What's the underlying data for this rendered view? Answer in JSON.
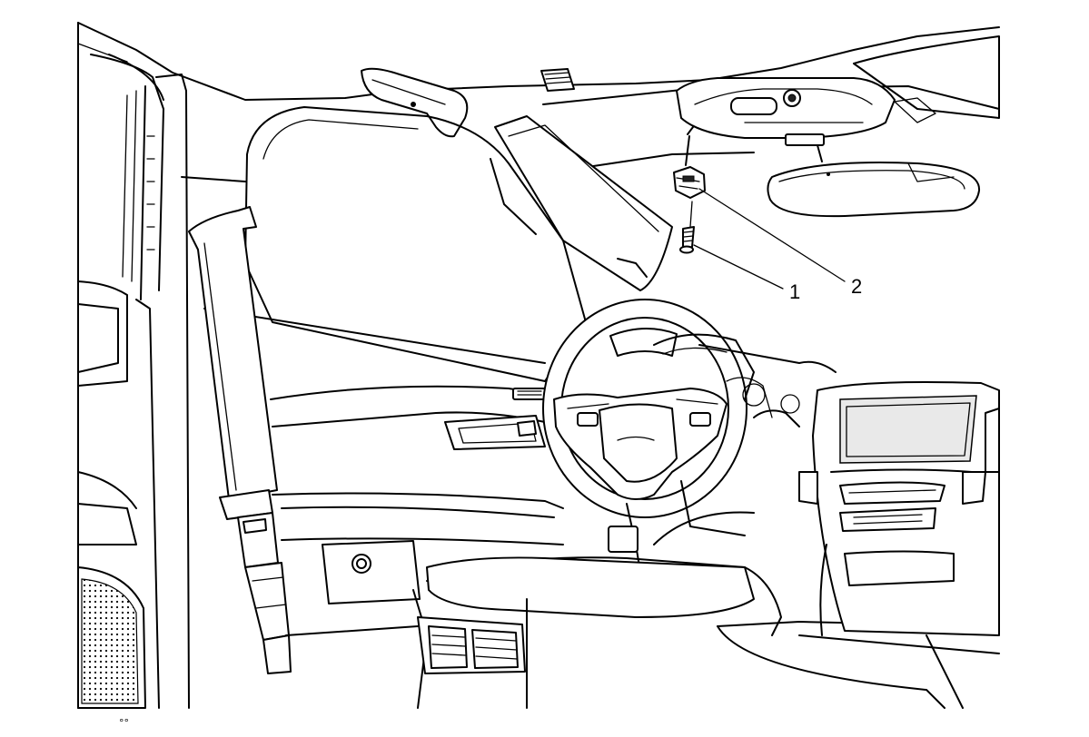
{
  "callouts": [
    {
      "id": "1",
      "label": "1"
    },
    {
      "id": "2",
      "label": "2"
    }
  ],
  "footer_symbol": "°°",
  "colors": {
    "line": "#000000",
    "background": "#ffffff",
    "screen": "#e9e9e9"
  }
}
